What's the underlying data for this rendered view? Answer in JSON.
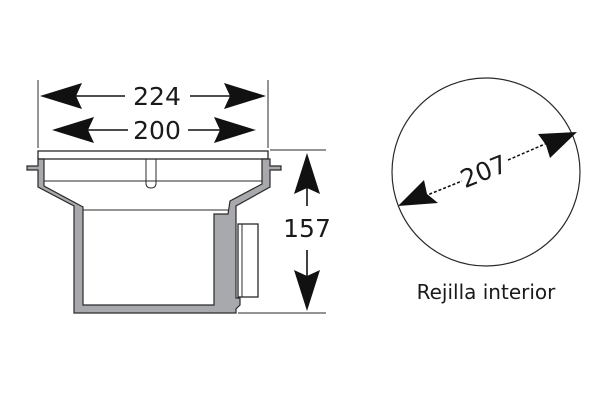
{
  "dimensions": {
    "top_width": "224",
    "inner_width": "200",
    "height": "157",
    "grate_diameter": "207"
  },
  "labels": {
    "grate_caption": "Rejilla interior"
  },
  "colors": {
    "wall_fill": "#a7a9ac",
    "line": "#2a2a2a",
    "arrow": "#111111"
  }
}
